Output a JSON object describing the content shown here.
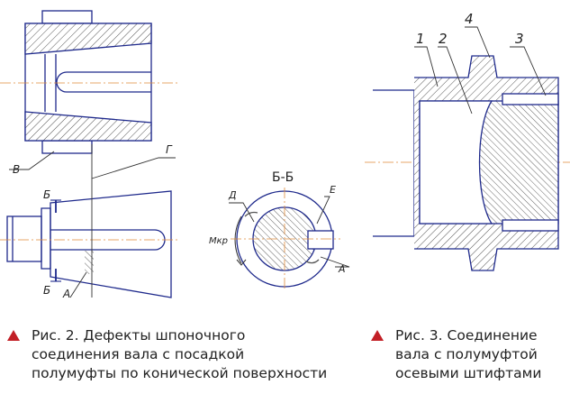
{
  "fig2": {
    "caption": [
      "Рис. 2. Дефекты шпоночного",
      "соединения вала с посадкой",
      "полумуфты по конической поверхности"
    ],
    "section_title": "Б-Б",
    "labels": {
      "v": "В",
      "g": "Г",
      "b_top": "Б",
      "b_bottom": "Б",
      "a_left": "А",
      "d": "Д",
      "e": "Е",
      "mkr": "Мкр",
      "a_section": "А"
    }
  },
  "fig3": {
    "caption": [
      "Рис. 3. Соединение",
      "вала с полумуфтой",
      "осевыми штифтами"
    ],
    "labels": {
      "one": "1",
      "two": "2",
      "three": "3",
      "four": "4"
    }
  },
  "colors": {
    "line": "#1f2a8c",
    "hatch": "#6a6a6a",
    "axis": "#e08a3a",
    "accent": "#c21f26",
    "leader": "#333333"
  }
}
